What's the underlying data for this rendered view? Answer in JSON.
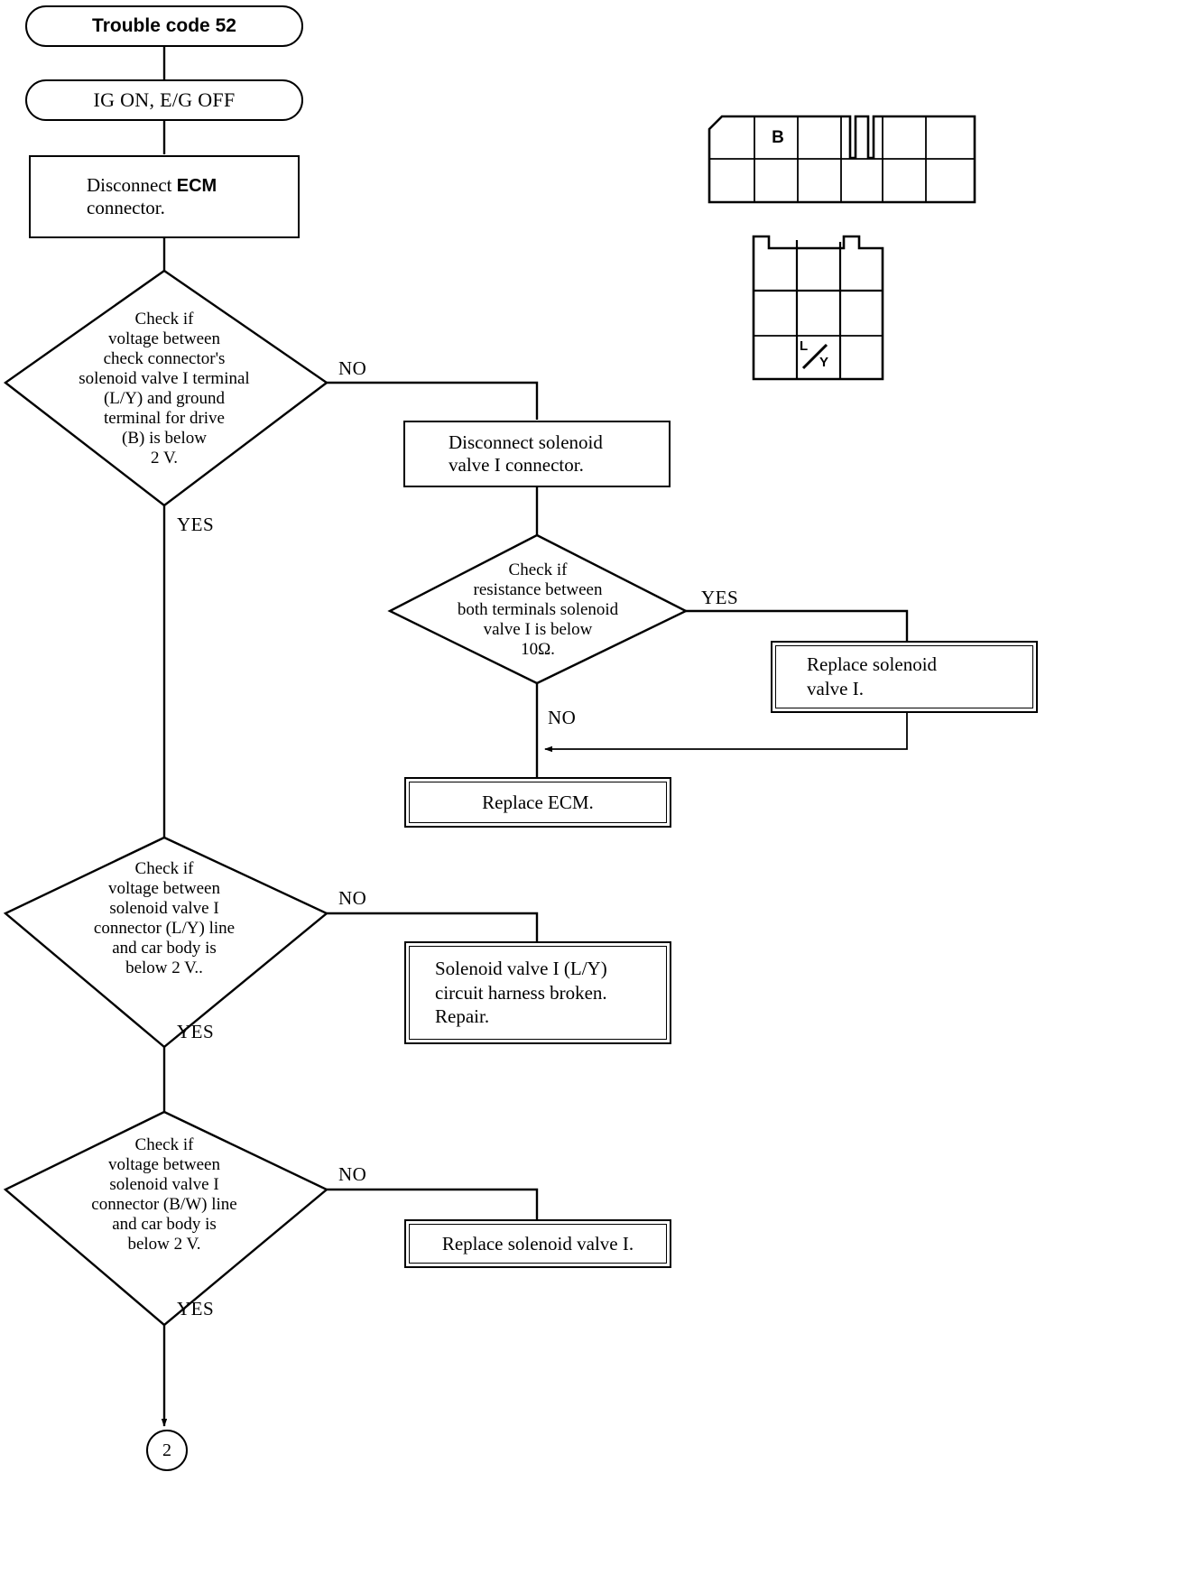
{
  "document": {
    "type": "diagnostic-flowchart",
    "title": "Trouble code 52"
  },
  "flow": {
    "start": {
      "label": "Trouble code 52"
    },
    "precondition": {
      "label": "IG ON, E/G OFF"
    },
    "step_disconnect_ecm": {
      "line1_pre": "Disconnect ",
      "line1_bold": "ECM",
      "line2": "connector."
    },
    "decision_1": {
      "lines": [
        "Check if",
        "voltage between",
        "check connector's",
        "solenoid valve I terminal",
        "(L/Y) and ground",
        "terminal for drive",
        "(B) is below",
        "2 V."
      ],
      "no_label": "NO",
      "yes_label": "YES"
    },
    "step_disconnect_solenoid": {
      "line1": "Disconnect solenoid",
      "line2": "valve I connector."
    },
    "decision_2": {
      "lines": [
        "Check if",
        "resistance between",
        "both terminals solenoid",
        "valve I is below",
        "10Ω."
      ],
      "yes_label": "YES",
      "no_label": "NO"
    },
    "result_replace_solenoid_a": {
      "line1": "Replace solenoid",
      "line2": "valve I."
    },
    "result_replace_ecm": {
      "line1": "Replace ECM."
    },
    "decision_3": {
      "lines": [
        "Check if",
        "voltage between",
        "solenoid valve I",
        "connector (L/Y) line",
        "and car body is",
        "below 2 V.."
      ],
      "no_label": "NO",
      "yes_label": "YES"
    },
    "result_harness_broken": {
      "line1": "Solenoid valve I (L/Y)",
      "line2": "circuit harness broken.",
      "line3": "Repair."
    },
    "decision_4": {
      "lines": [
        "Check if",
        "voltage between",
        "solenoid valve I",
        "connector (B/W) line",
        "and car body is",
        "below 2 V."
      ],
      "no_label": "NO",
      "yes_label": "YES"
    },
    "result_replace_solenoid_b": {
      "line1": "Replace solenoid valve I."
    },
    "page_connector": {
      "label": "2"
    }
  },
  "connector_diagrams": {
    "upper": {
      "name": "ecm-connector-upper",
      "pin_label": "B",
      "rows": 2,
      "columns": 7
    },
    "lower": {
      "name": "solenoid-valve-connector-lower",
      "pin_label_top": "L",
      "pin_label_bottom": "Y",
      "rows": 3,
      "columns": 3
    }
  },
  "colors": {
    "ink": "#000000",
    "paper": "#ffffff"
  }
}
